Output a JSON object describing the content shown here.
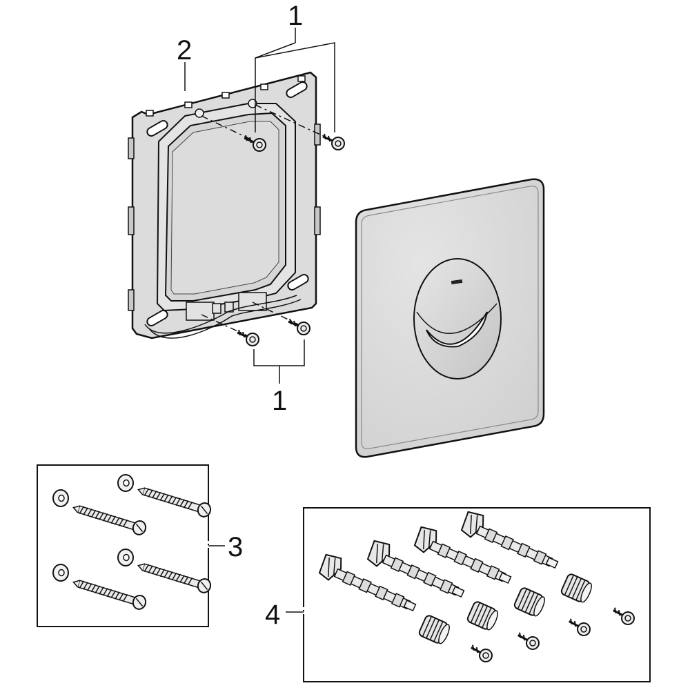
{
  "callouts": {
    "screws_top": "1",
    "screws_bottom": "1",
    "mounting_frame": "2",
    "wall_screw_set": "3",
    "anchor_bolt_set": "4"
  },
  "colors": {
    "line": "#111111",
    "frame_fill": "#dcdcdc",
    "frame_edge": "#9a9a9a",
    "plate_fill": "#d9d9d9",
    "plate_edge": "#8a8a8a",
    "paper": "#ffffff"
  }
}
